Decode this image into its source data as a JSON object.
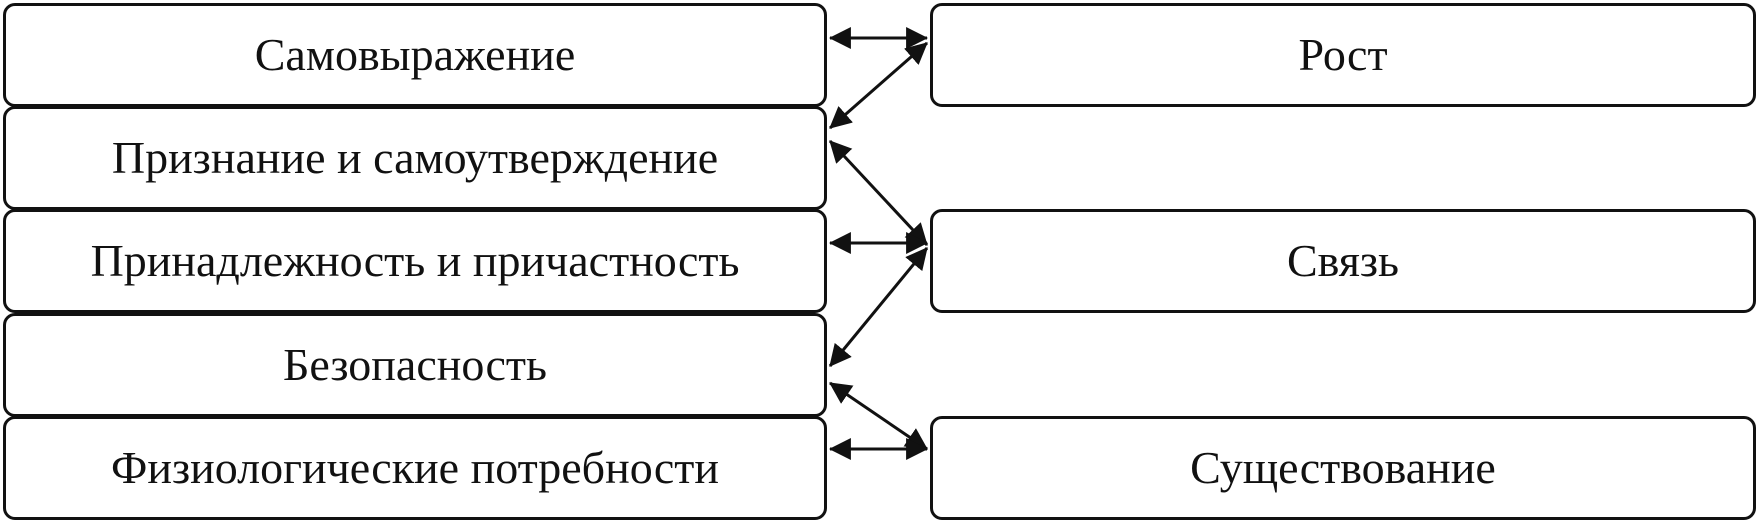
{
  "left_levels": [
    "Самовыражение",
    "Признание и самоутверждение",
    "Принадлежность и причастность",
    "Безопасность",
    "Физиологические потребности"
  ],
  "right_levels": [
    "Рост",
    "Связь",
    "Существование"
  ],
  "connections": [
    {
      "from": "Самовыражение",
      "to": "Рост"
    },
    {
      "from": "Признание и самоутверждение",
      "to": "Рост"
    },
    {
      "from": "Признание и самоутверждение",
      "to": "Связь"
    },
    {
      "from": "Принадлежность и причастность",
      "to": "Связь"
    },
    {
      "from": "Безопасность",
      "to": "Связь"
    },
    {
      "from": "Безопасность",
      "to": "Существование"
    },
    {
      "from": "Физиологические потребности",
      "to": "Существование"
    }
  ],
  "colors": {
    "stroke": "#111111",
    "background": "#ffffff"
  }
}
